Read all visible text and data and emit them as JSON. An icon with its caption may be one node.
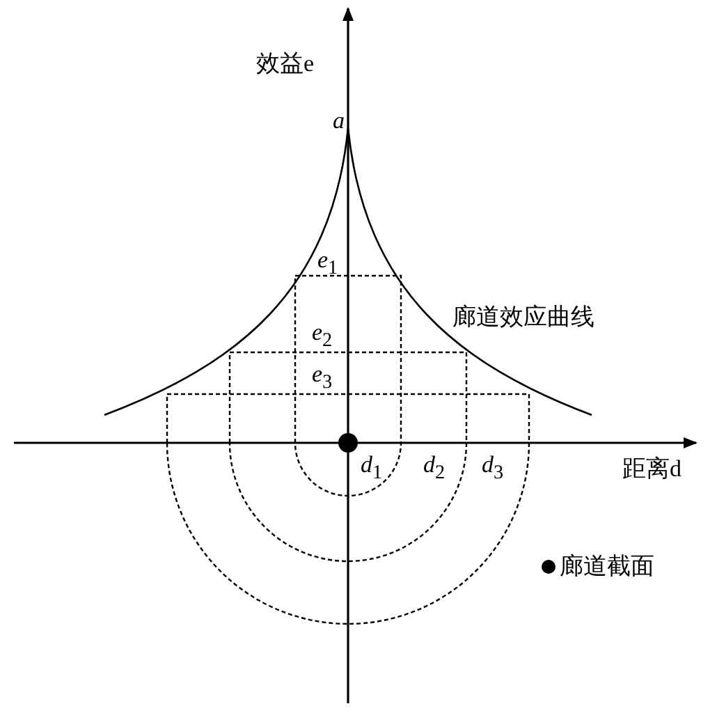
{
  "diagram": {
    "labels": [
      "效益e",
      "a",
      "*e*$_{1}$",
      "廊道效应曲线",
      "*e*$_{2}$",
      "*e*$_{3}$",
      "*d*$_{1}$",
      "*d*$_{2}$",
      "*d*$_{3}$",
      "距离d"
    ],
    "legend": [
      {
        "text": "廊道截面"
      }
    ]
  }
}
